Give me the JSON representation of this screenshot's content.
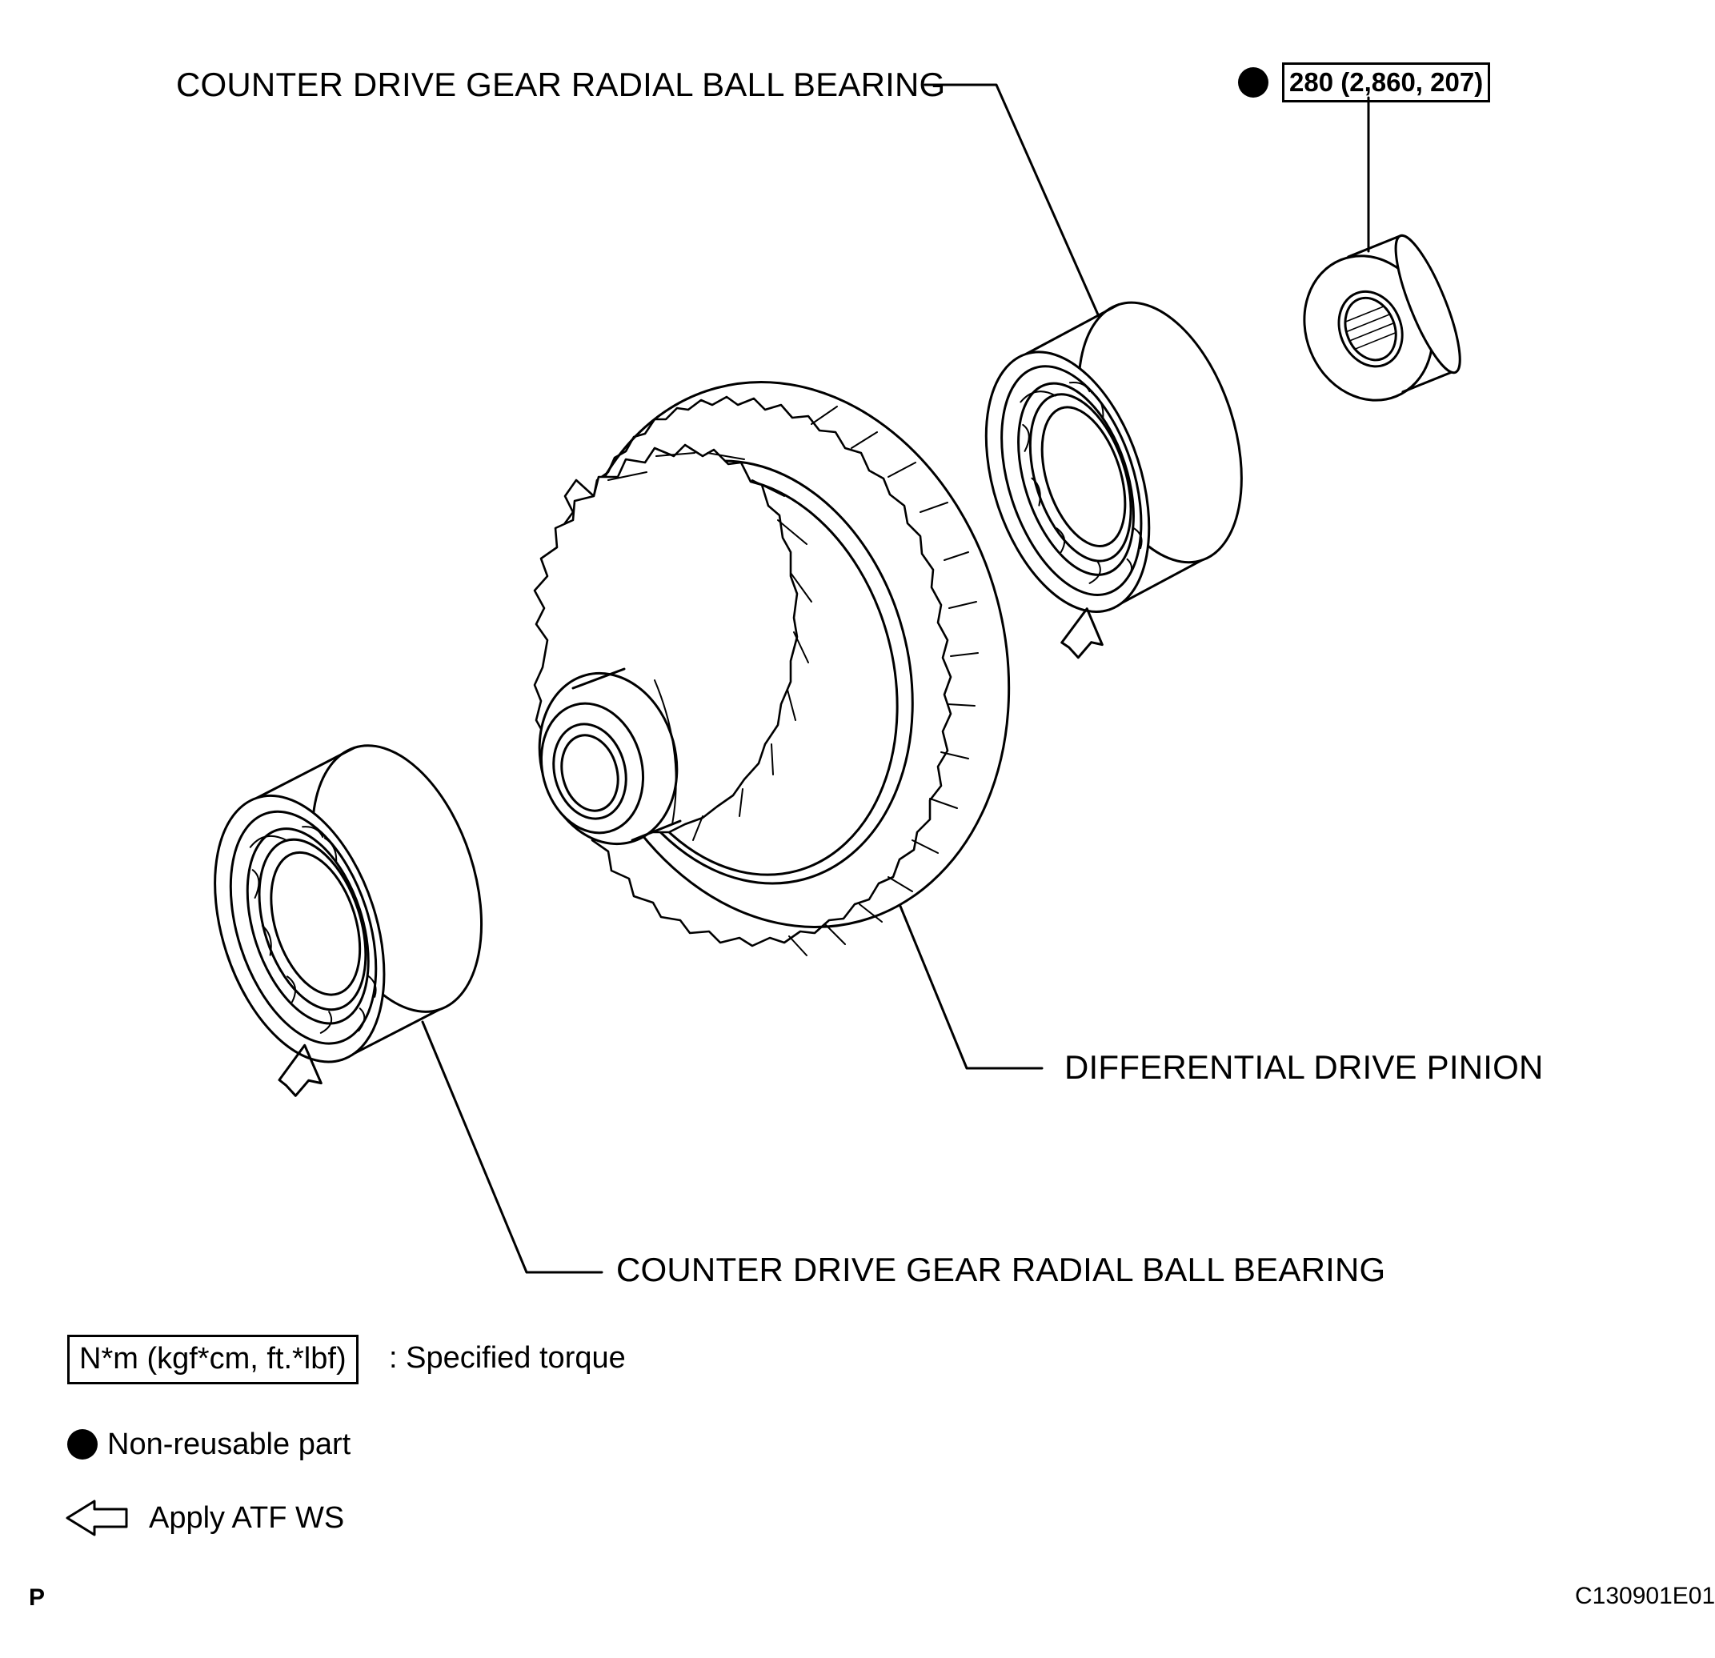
{
  "labels": {
    "bearing_top": "COUNTER DRIVE GEAR RADIAL BALL BEARING",
    "bearing_bottom": "COUNTER DRIVE GEAR RADIAL BALL BEARING",
    "pinion": "DIFFERENTIAL DRIVE PINION",
    "torque_value": "280 (2,860, 207)"
  },
  "legend": {
    "torque_unit": "N*m (kgf*cm, ft.*lbf)",
    "torque_desc": ": Specified torque",
    "nonreusable": "Non-reusable part",
    "apply": "Apply ATF WS"
  },
  "footer": {
    "page_letter": "P",
    "figure_code": "C130901E01"
  },
  "colors": {
    "line": "#000000",
    "background": "#ffffff"
  },
  "icons": [
    "filled-circle-icon",
    "hollow-arrow-icon"
  ]
}
